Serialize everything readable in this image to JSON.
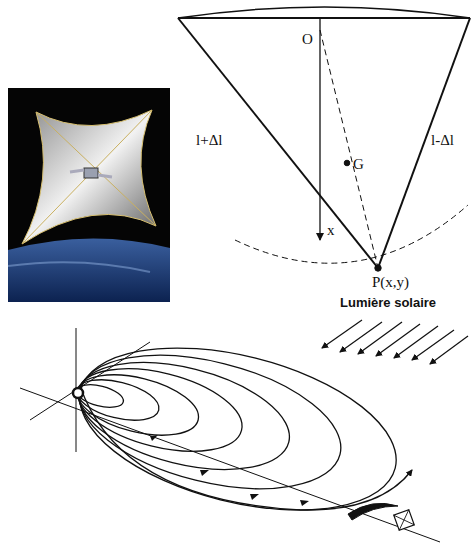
{
  "diagram": {
    "labels": [
      "O",
      "G",
      "l+Δl",
      "l-Δl",
      "P(x,y)",
      "x",
      "Lumière solaire"
    ]
  }
}
